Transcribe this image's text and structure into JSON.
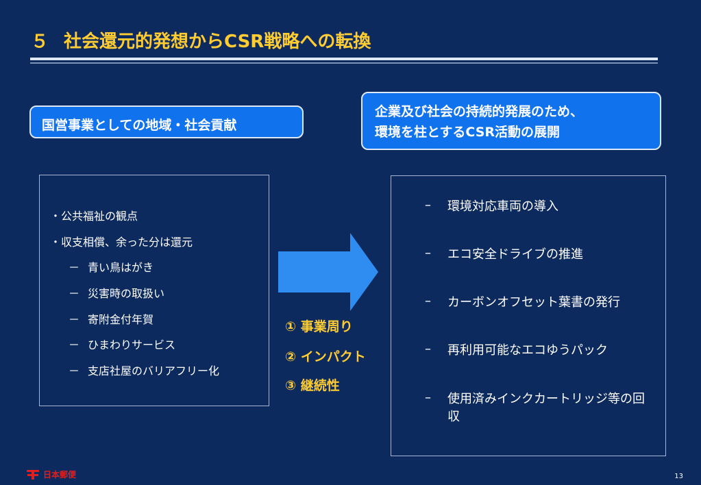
{
  "title": {
    "number": "５",
    "text": "社会還元的発想からCSR戦略への転換"
  },
  "left_header": "国営事業としての地域・社会貢献",
  "right_header": {
    "line1": "企業及び社会の持続的発展のため、",
    "line2": "環境を柱とするCSR活動の展開"
  },
  "left_box": {
    "bullets": [
      "・公共福祉の観点",
      "・収支相償、余った分は還元"
    ],
    "dash": "－",
    "sub_items": [
      "青い鳥はがき",
      "災害時の取扱い",
      "寄附金付年賀",
      "ひまわりサービス",
      "支店社屋のバリアフリー化"
    ]
  },
  "impacts": [
    "① 事業周り",
    "② インパクト",
    "③ 継続性"
  ],
  "right_box": {
    "dash": "–",
    "items": [
      "環境対応車両の導入",
      "エコ安全ドライブの推進",
      "カーボンオフセット葉書の発行",
      "再利用可能なエコゆうパック",
      "使用済みインクカートリッジ等の回収"
    ]
  },
  "footer": {
    "logo_text": "日本郵便",
    "page_number": "13"
  },
  "colors": {
    "background": "#0d2a5e",
    "title": "#ffcc33",
    "header_fill": "#1172ee",
    "arrow": "#2f8cf0",
    "impact_text": "#ffcc33"
  },
  "icons": {
    "arrow": "right-arrow-icon",
    "logo": "japan-post-logo-icon"
  }
}
